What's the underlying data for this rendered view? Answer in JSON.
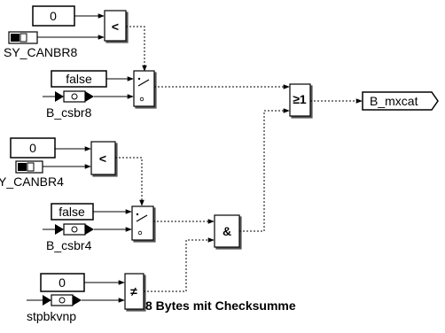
{
  "constants": {
    "c1": "0",
    "c2": "false",
    "c3": "0",
    "c4": "false",
    "c5": "0"
  },
  "messages": {
    "m1": "SY_CANBR8",
    "m2": "B_csbr8",
    "m3": "Y_CANBR4",
    "m4": "B_csbr4",
    "m5": "stpbkvnp"
  },
  "blocks": {
    "lt1": "<",
    "lt2": "<",
    "or": "≥1",
    "and": "&",
    "ne": "≠"
  },
  "output": "B_mxcat",
  "annotation": "8 Bytes mit Checksumme"
}
